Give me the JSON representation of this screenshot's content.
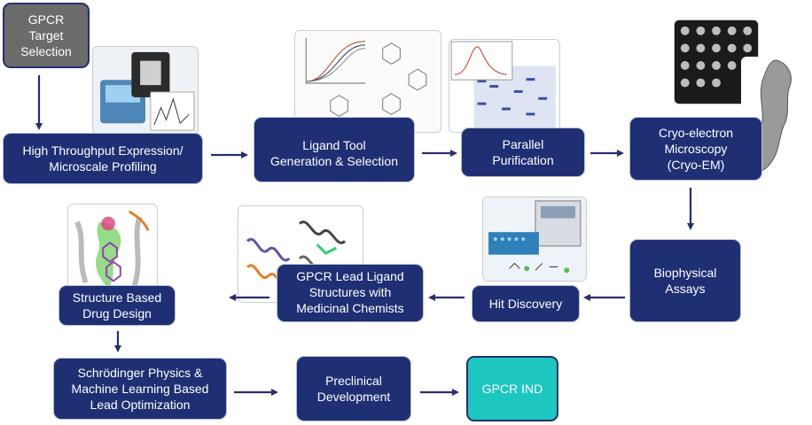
{
  "nodes": {
    "target": "GPCR\nTarget\nSelection",
    "expression": "High Throughput Expression/\nMicroscale Profiling",
    "ligand_tool": "Ligand Tool\nGeneration & Selection",
    "purification": "Parallel\nPurification",
    "cryo": "Cryo-electron\nMicroscopy\n(Cryo-EM)",
    "biophysical": "Biophysical\nAssays",
    "hit": "Hit Discovery",
    "lead_struct": "GPCR Lead Ligand\nStructures with\nMedicinal Chemists",
    "sbdd": "Structure Based\nDrug Design",
    "schrodinger": "Schrödinger Physics &\nMachine Learning Based\nLead Optimization",
    "preclinical": "Preclinical\nDevelopment",
    "ind": "GPCR IND"
  },
  "colors": {
    "box_navy": "#1f2f73",
    "box_gray": "#6b6b6b",
    "box_teal": "#1ec6c0",
    "arrow": "#24306e"
  }
}
